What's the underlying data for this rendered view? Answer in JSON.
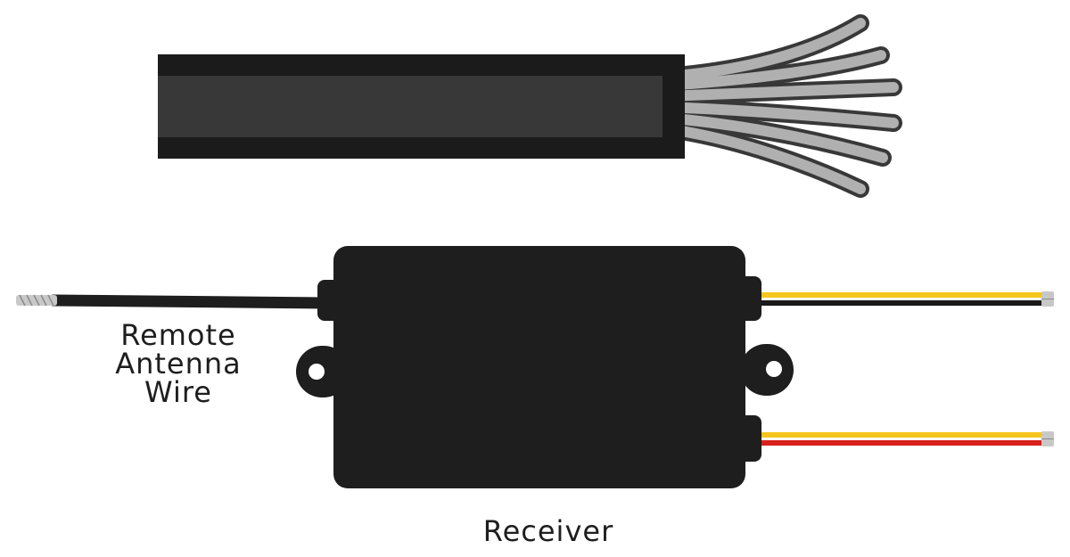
{
  "labels": {
    "antenna": [
      "Remote",
      "Antenna",
      "Wire"
    ],
    "receiver": "Receiver"
  },
  "colors": {
    "cable_jacket": "#1b1b1b",
    "cable_sheen": "#383838",
    "strand_fill": "#b0b0b0",
    "strand_outline": "#383838",
    "receiver_body": "#1e1e1e",
    "antenna_wire": "#1e1e1e",
    "antenna_tip": "#c8c8c8",
    "wire_yellow": "#f4c51c",
    "wire_black": "#1a1a1a",
    "wire_red": "#d8201c",
    "wire_tip": "#c8c8c8",
    "mount_hole": "#ffffff",
    "text": "#1e1e1e"
  },
  "components": [
    {
      "name": "cable-bundle",
      "strands": 6
    },
    {
      "name": "receiver",
      "output_wire_groups": 2,
      "mounting_tabs": 2
    }
  ],
  "output_wires": {
    "top_group": [
      "yellow",
      "black"
    ],
    "bottom_group": [
      "yellow",
      "red"
    ]
  }
}
